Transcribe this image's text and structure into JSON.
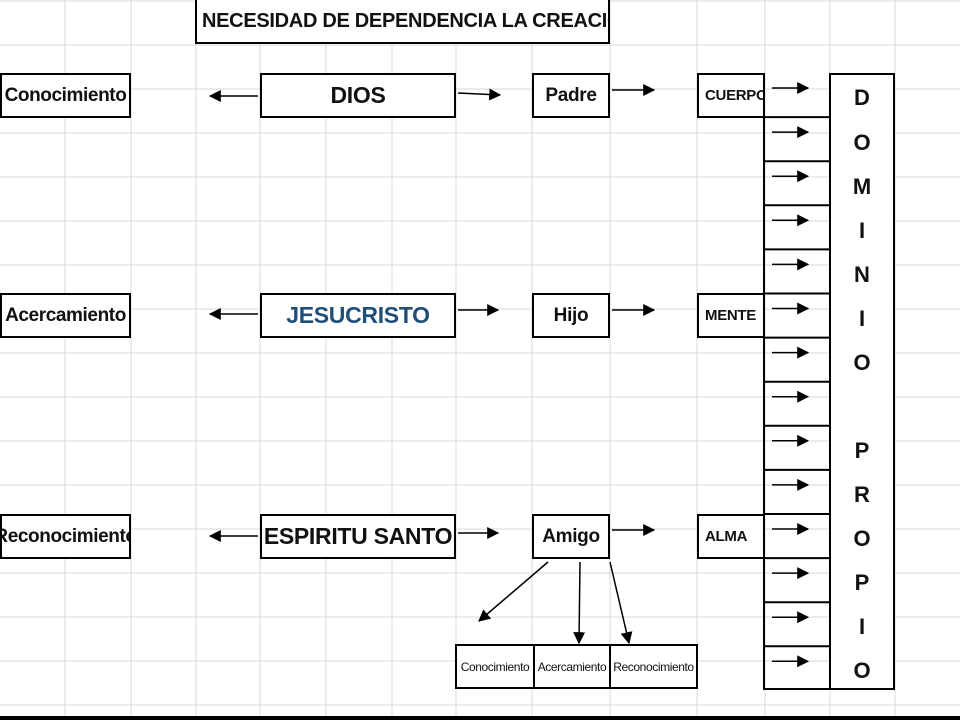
{
  "title": "NECESIDAD DE DEPENDENCIA LA CREACION",
  "rows": [
    {
      "left": "Conocimiento",
      "center": "DIOS",
      "mid": "Padre",
      "part": "CUERPO"
    },
    {
      "left": "Acercamiento",
      "center": "JESUCRISTO",
      "mid": "Hijo",
      "part": "MENTE"
    },
    {
      "left": "Reconocimiento",
      "center": "ESPIRITU SANTO",
      "mid": "Amigo",
      "part": "ALMA"
    }
  ],
  "bottom_boxes": [
    "Conocimiento",
    "Acercamiento",
    "Reconocimiento"
  ],
  "vertical_letters": [
    "D",
    "O",
    "M",
    "I",
    "N",
    "I",
    "O",
    "P",
    "R",
    "O",
    "P",
    "I",
    "O"
  ],
  "colors": {
    "jesucristo_text": "#1f4e79",
    "grid_line": "#d9d9d9"
  }
}
